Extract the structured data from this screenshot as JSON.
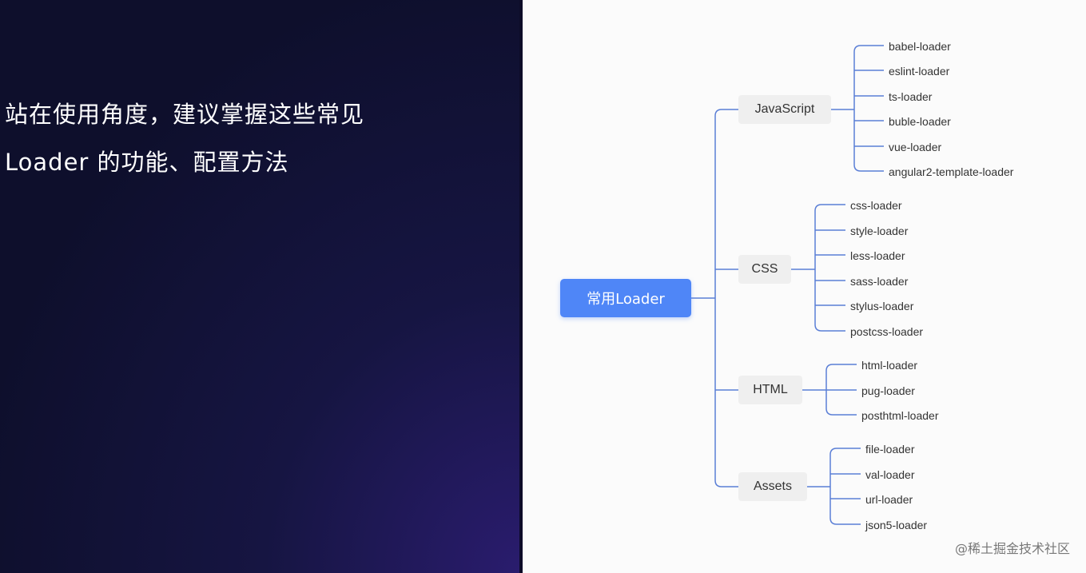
{
  "heading": {
    "line1": "站在使用角度，建议掌握这些常见",
    "line2": "Loader 的功能、配置方法"
  },
  "tree": {
    "root": "常用Loader",
    "branches": [
      {
        "label": "JavaScript",
        "leaves": [
          "babel-loader",
          "eslint-loader",
          "ts-loader",
          "buble-loader",
          "vue-loader",
          "angular2-template-loader"
        ]
      },
      {
        "label": "CSS",
        "leaves": [
          "css-loader",
          "style-loader",
          "less-loader",
          "sass-loader",
          "stylus-loader",
          "postcss-loader"
        ]
      },
      {
        "label": "HTML",
        "leaves": [
          "html-loader",
          "pug-loader",
          "posthtml-loader"
        ]
      },
      {
        "label": "Assets",
        "leaves": [
          "file-loader",
          "val-loader",
          "url-loader",
          "json5-loader"
        ]
      }
    ]
  },
  "watermark": "@稀土掘金技术社区",
  "colors": {
    "line": "#5b7fd6",
    "root": "#4f86f7",
    "node": "#efefef"
  }
}
